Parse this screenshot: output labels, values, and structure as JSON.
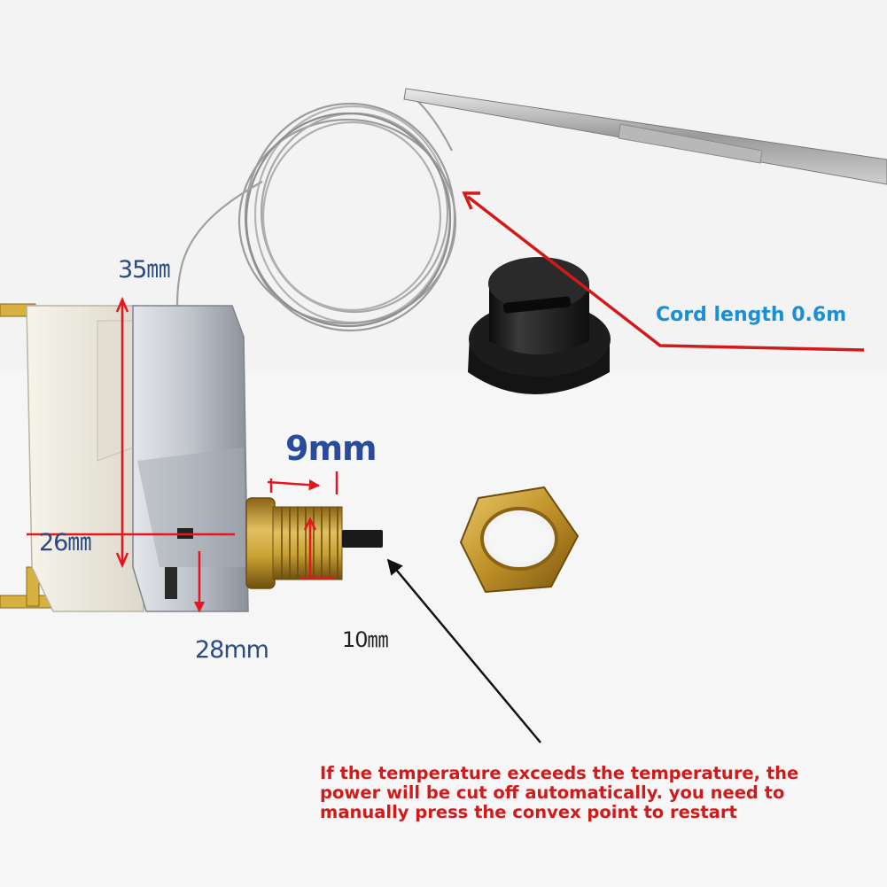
{
  "dimensions": {
    "height": "35㎜",
    "thread": "9mm",
    "width": "26㎜",
    "depth": "28mm",
    "button": "10㎜"
  },
  "cord_label": "Cord length 0.6m",
  "note_lines": [
    "If the temperature exceeds the temperature, the",
    "power will be cut off automatically. you need to",
    "manually press the convex point to restart"
  ],
  "colors": {
    "dimension_text": "#2a4a80",
    "dimension_arrow": "#e8141e",
    "cord_text": "#1a8fd8",
    "note_text": "#d11a1a",
    "brass": "#c9a033",
    "knob": "#1a1a1a"
  }
}
